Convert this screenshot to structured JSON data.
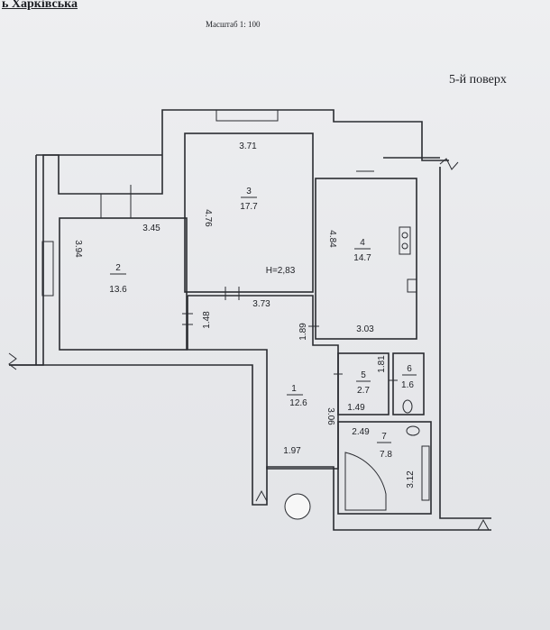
{
  "header": {
    "street": "ь Харківська",
    "scale": "Масштаб 1: 100",
    "floor": "5-й поверх"
  },
  "rooms": [
    {
      "number": "1",
      "area": "12.6"
    },
    {
      "number": "2",
      "area": "13.6"
    },
    {
      "number": "3",
      "area": "17.7"
    },
    {
      "number": "4",
      "area": "14.7"
    },
    {
      "number": "5",
      "area": "2.7"
    },
    {
      "number": "6",
      "area": "1.6"
    },
    {
      "number": "7",
      "area": "7.8"
    }
  ],
  "dimensions": [
    "3.71",
    "4.76",
    "3.45",
    "3.94",
    "H=2,83",
    "3.73",
    "1.48",
    "4.84",
    "3.03",
    "1.89",
    "1.81",
    "1.49",
    "3.06",
    "2.49",
    "1.97",
    "3.12"
  ]
}
